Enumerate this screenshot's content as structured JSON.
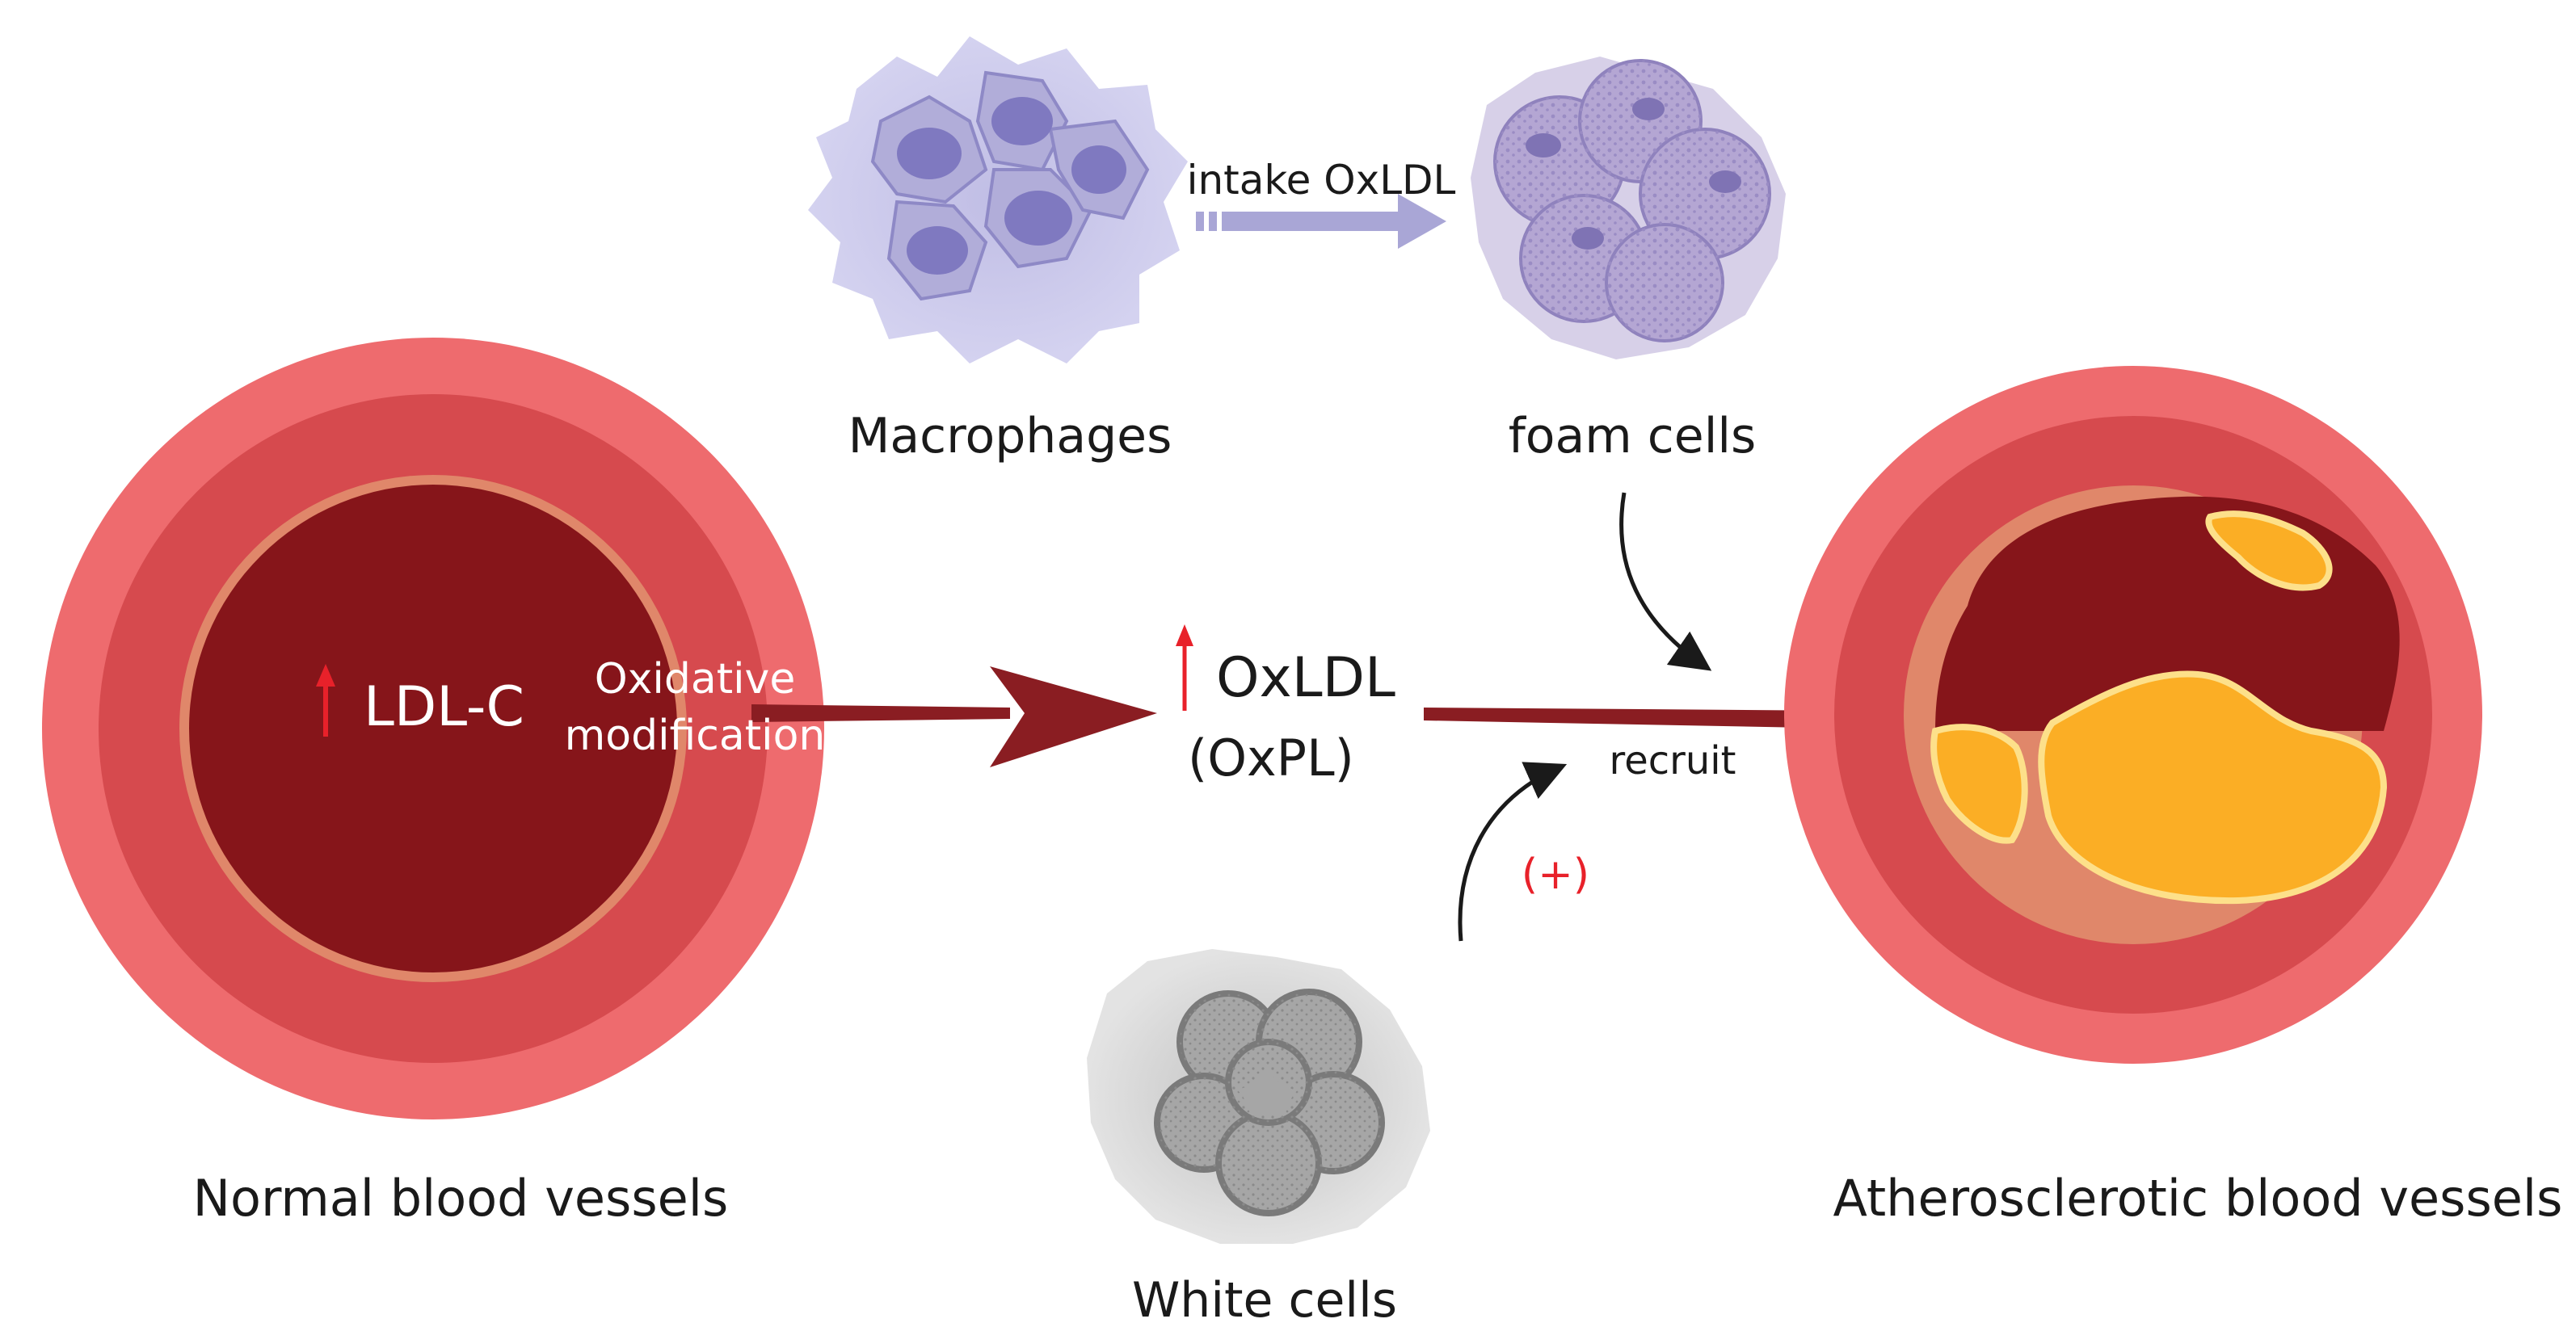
{
  "labels": {
    "macrophages": "Macrophages",
    "foam_cells": "foam cells",
    "intake": "intake OxLDL",
    "normal_vessels": "Normal blood vessels",
    "athero_vessels": "Atherosclerotic blood vessels",
    "white_cells": "White cells",
    "ldl_c": "LDL-C",
    "oxidative_1": "Oxidative",
    "oxidative_2": "modification",
    "oxldl": "OxLDL",
    "oxpl": "(OxPL)",
    "recruit": "recruit",
    "plus": "(+)"
  },
  "colors": {
    "vessel_outer": "#ee6b6e",
    "vessel_mid": "#d64a4e",
    "vessel_ring": "#e0876a",
    "blood": "#86151a",
    "main_arrow": "#8a1d22",
    "plaque": "#fbae25",
    "plaque_edge": "#fde08a",
    "macrophage": "#a9a6d6",
    "nucleus": "#7f79c0",
    "foam": "#b4a6d3",
    "white_cell": "#a6a6a6",
    "red_text": "#e8212a",
    "black": "#1a1a1a"
  }
}
